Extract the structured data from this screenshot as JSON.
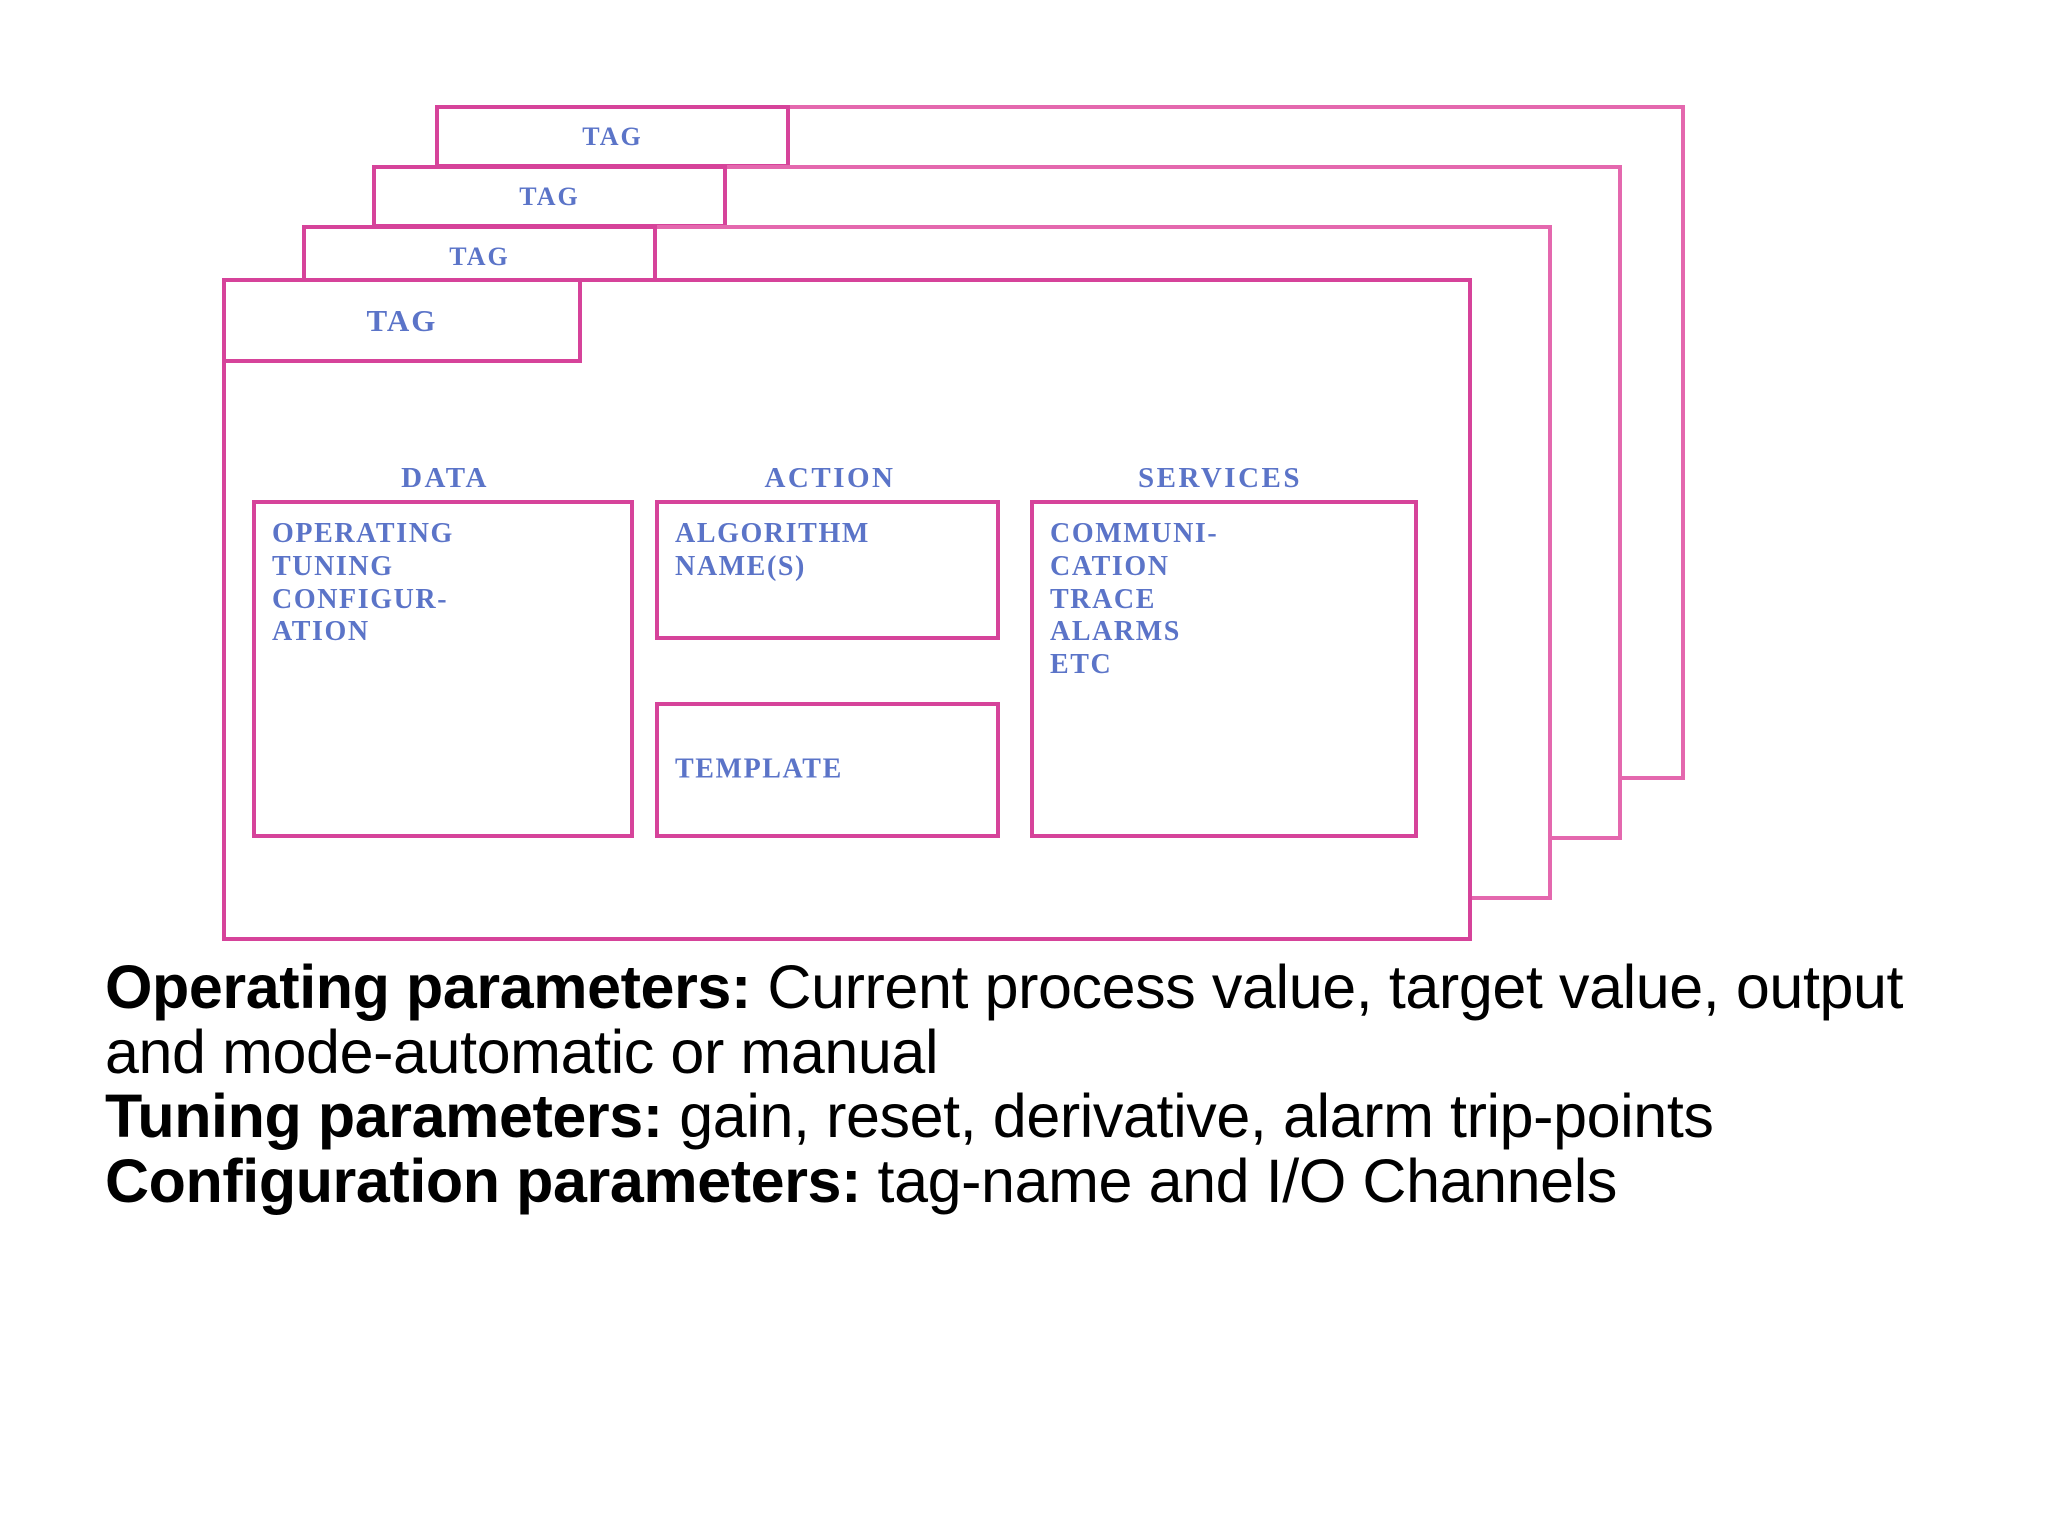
{
  "colors": {
    "border_pink": "#d6439a",
    "border_pink_light": "#e468ae",
    "label_blue": "#5b74c8",
    "text_black": "#000000",
    "background": "#ffffff"
  },
  "diagram": {
    "type": "layered-tag-cards",
    "cards": [
      {
        "tab_label": "TAG",
        "depth": 4
      },
      {
        "tab_label": "TAG",
        "depth": 3
      },
      {
        "tab_label": "TAG",
        "depth": 2
      },
      {
        "tab_label": "TAG",
        "depth": 1
      }
    ],
    "sections": [
      {
        "heading": "DATA",
        "boxes": [
          {
            "name": "data-box",
            "lines": "OPERATING\nTUNING\nCONFIGUR-\n    ATION"
          }
        ]
      },
      {
        "heading": "ACTION",
        "boxes": [
          {
            "name": "algorithm-box",
            "lines": "ALGORITHM\nNAME(S)"
          },
          {
            "name": "template-box",
            "lines": "TEMPLATE"
          }
        ]
      },
      {
        "heading": "SERVICES",
        "boxes": [
          {
            "name": "services-box",
            "lines": "COMMUNI-\n    CATION\nTRACE\nALARMS\nETC"
          }
        ]
      }
    ]
  },
  "body_text": {
    "paragraphs": [
      {
        "label": "Operating parameters:",
        "text": "  Current process value, target value, output and mode-automatic or manual"
      },
      {
        "label": "Tuning parameters:",
        "text": " gain, reset, derivative, alarm trip-points"
      },
      {
        "label": "Configuration parameters:",
        "text": " tag-name and I/O Channels"
      }
    ]
  }
}
